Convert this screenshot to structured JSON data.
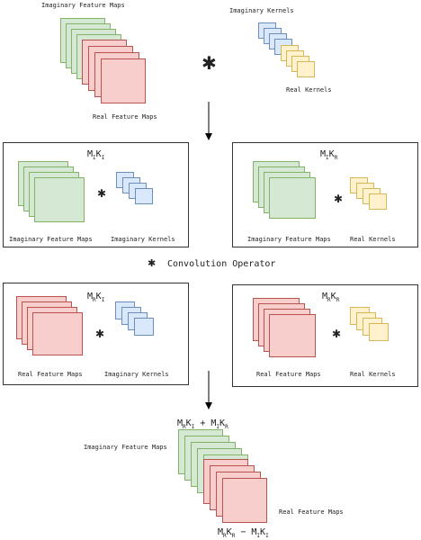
{
  "colors": {
    "imaginary_maps": "#d5e8d4",
    "real_maps": "#f8cecc",
    "imaginary_kernels": "#dae8fc",
    "real_kernels": "#fff2cc"
  },
  "top": {
    "imaginary_maps_label": "Imaginary Feature Maps",
    "real_maps_label": "Real Feature Maps",
    "imaginary_kernels_label": "Imaginary Kernels",
    "real_kernels_label": "Real Kernels",
    "operator": "✱"
  },
  "panels": {
    "p1": {
      "formula_main1": "M",
      "formula_sub1": "I",
      "formula_main2": "K",
      "formula_sub2": "I",
      "maps_label": "Imaginary Feature Maps",
      "kernels_label": "Imaginary Kernels"
    },
    "p2": {
      "formula_main1": "M",
      "formula_sub1": "I",
      "formula_main2": "K",
      "formula_sub2": "R",
      "maps_label": "Imaginary Feature Maps",
      "kernels_label": "Real Kernels"
    },
    "p3": {
      "formula_main1": "M",
      "formula_sub1": "R",
      "formula_main2": "K",
      "formula_sub2": "I",
      "maps_label": "Real Feature Maps",
      "kernels_label": "Imaginary Kernels"
    },
    "p4": {
      "formula_main1": "M",
      "formula_sub1": "R",
      "formula_main2": "K",
      "formula_sub2": "R",
      "maps_label": "Real Feature Maps",
      "kernels_label": "Real Kernels"
    }
  },
  "legend": {
    "symbol": "✱",
    "text": "Convolution Operator"
  },
  "bottom": {
    "formula_top": {
      "a": "M",
      "a_sub": "R",
      "b": "K",
      "b_sub": "I",
      "op": " + ",
      "c": "M",
      "c_sub": "I",
      "d": "K",
      "d_sub": "R"
    },
    "formula_bottom": {
      "a": "M",
      "a_sub": "R",
      "b": "K",
      "b_sub": "R",
      "op": " − ",
      "c": "M",
      "c_sub": "I",
      "d": "K",
      "d_sub": "I"
    },
    "imaginary_maps_label": "Imaginary Feature Maps",
    "real_maps_label": "Real Feature Maps"
  }
}
